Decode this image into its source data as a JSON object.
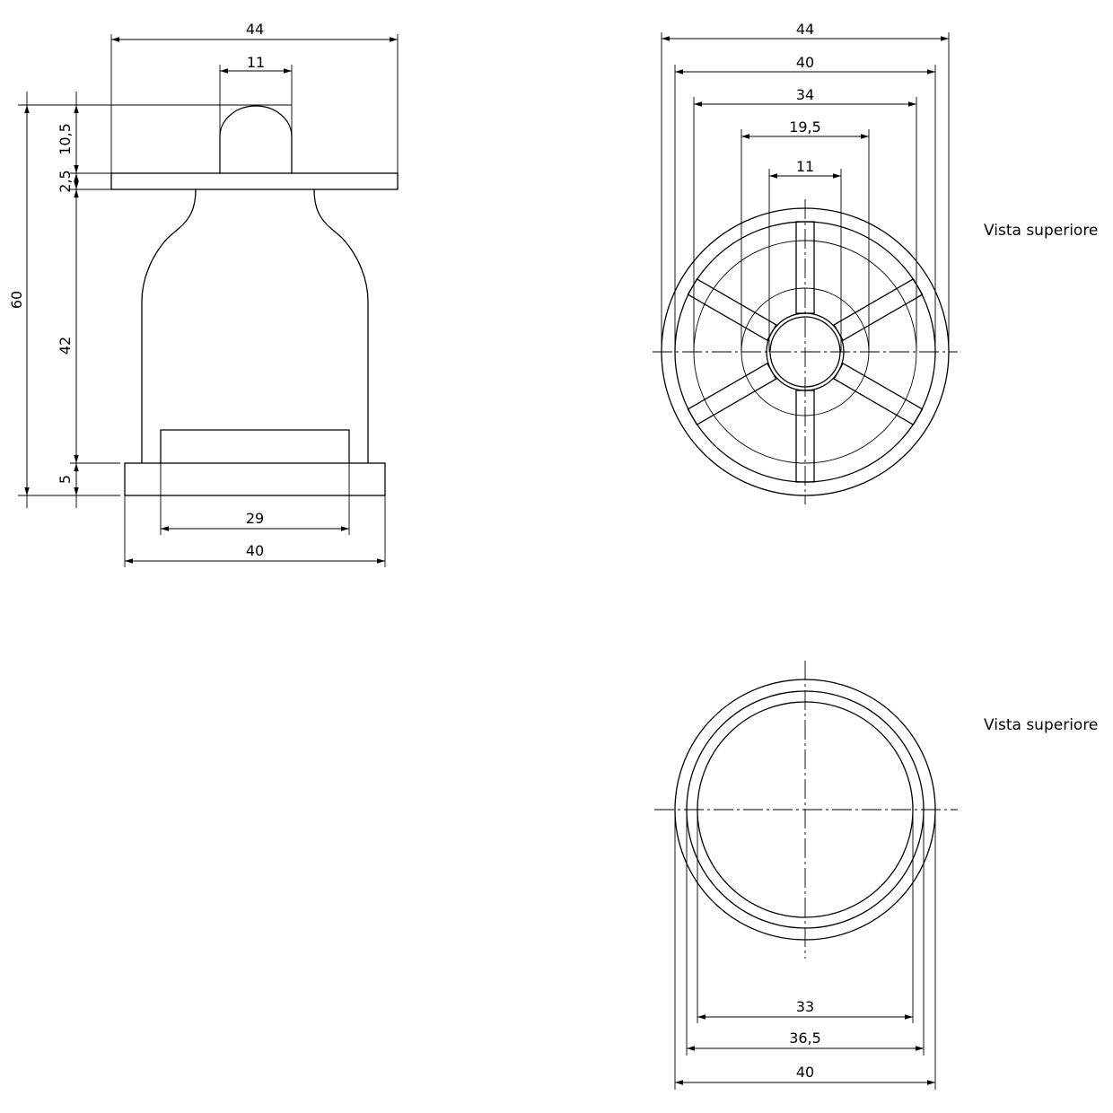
{
  "front_view": {
    "dims": {
      "top_width": "44",
      "knob_width": "11",
      "height_total": "60",
      "knob_height": "10,5",
      "plate_thickness": "2,5",
      "body_height": "42",
      "base_thickness": "5",
      "socket_width": "29",
      "base_width": "40"
    }
  },
  "top_view_1": {
    "label": "Vista superiore",
    "dims": [
      "44",
      "40",
      "34",
      "19,5",
      "11"
    ]
  },
  "top_view_2": {
    "label": "Vista superiore",
    "dims": [
      "33",
      "36,5",
      "40"
    ]
  }
}
